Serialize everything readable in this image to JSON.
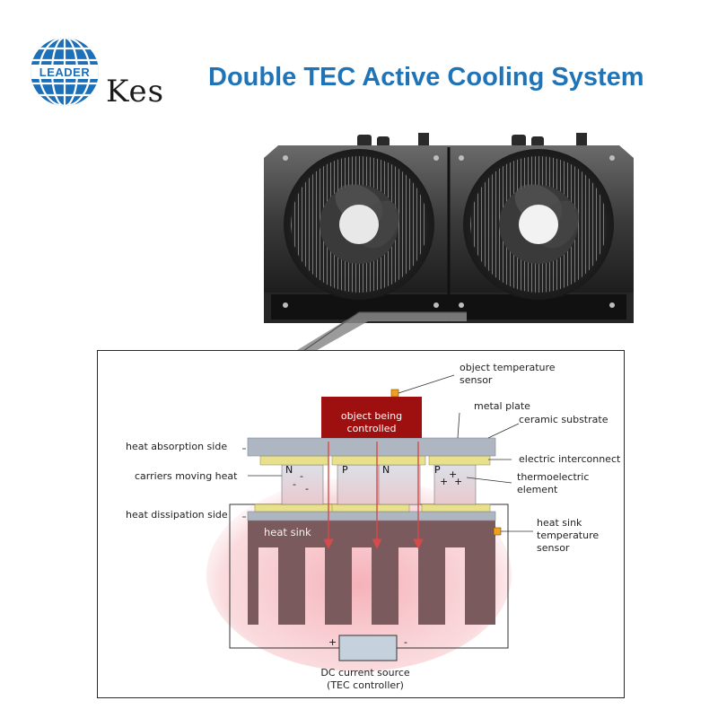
{
  "header": {
    "logo_text": "LEADER",
    "brand_name": "Kes",
    "title": "Double TEC Active Cooling System"
  },
  "colors": {
    "title_blue": "#1f73b7",
    "logo_blue": "#1d6fb8",
    "object_red": "#9e1010",
    "heat_sink": "#7a5a5c",
    "conductor_yellow": "#e8e08a",
    "sensor_orange": "#f0a020",
    "heat_glow": "#f3b3b8"
  },
  "photo": {
    "icon": "dual-fan-tec-cooler-icon"
  },
  "diagram": {
    "labels": {
      "object_temperature_sensor": "object temperature\nsensor",
      "metal_plate": "metal plate",
      "ceramic_substrate": "ceramic substrate",
      "object_being_controlled": "object being\ncontrolled",
      "heat_absorption_side": "heat absorption side",
      "electric_interconnect": "electric interconnect",
      "carriers_moving_heat": "carriers moving heat",
      "thermoelectric_element": "thermoelectric\nelement",
      "heat_dissipation_side": "heat dissipation side",
      "heat_sink": "heat sink",
      "heat_sink_temperature_sensor": "heat sink\ntemperature\nsensor",
      "dc_current_source": "DC current source\n(TEC controller)",
      "n_type_1": "N",
      "p_type_1": "P",
      "n_type_2": "N",
      "p_type_2": "P",
      "plus_terminal": "+",
      "minus_terminal": "-"
    }
  }
}
